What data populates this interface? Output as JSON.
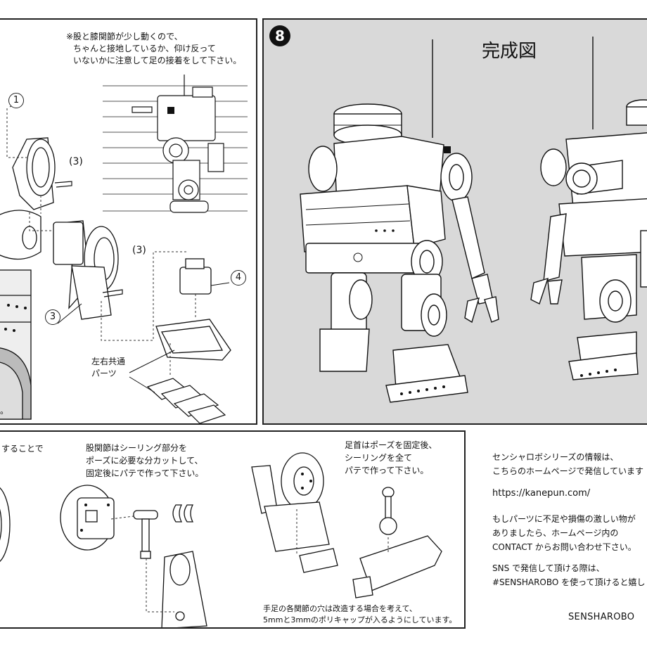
{
  "panel_top_left": {
    "note_lines": [
      "※股と膝関節が少し動くので、",
      "ちゃんと接地しているか、仰け反って",
      "いないかに注意して足の接着をして下さい。"
    ],
    "labels": {
      "part1": "1",
      "part3a": "(3)",
      "part3b": "(3)",
      "part3c": "3",
      "part4": "4"
    },
    "shared_parts_lines": [
      "左右共通",
      "パーツ"
    ],
    "edge_fragment": "。"
  },
  "panel_top_right": {
    "step_number": "8",
    "title": "完成図"
  },
  "panel_bottom_middle": {
    "left_fragment": "することで",
    "hip_note_lines": [
      "股関節はシーリング部分を",
      "ポーズに必要な分カットして、",
      "固定後にパテで作って下さい。"
    ],
    "ankle_note_lines": [
      "足首はポーズを固定後、",
      "シーリングを全て",
      "パテで作って下さい。"
    ],
    "footer_lines": [
      "手足の各関節の穴は改造する場合を考えて、",
      "5mmと3mmのポリキャップが入るようにしています。"
    ]
  },
  "info_column": {
    "series_lines": [
      "センシャロボシリーズの情報は、",
      "こちらのホームページで発信しています"
    ],
    "url": "https://kanepun.com/",
    "contact_lines": [
      "もしパーツに不足や損傷の激しい物が",
      "ありましたら、ホームページ内の",
      "CONTACT からお問い合わせ下さい。"
    ],
    "sns_lines": [
      "SNS で発信して頂ける際は、",
      "#SENSHAROBO を使って頂けると嬉し"
    ],
    "brand": "SENSHAROBO"
  }
}
